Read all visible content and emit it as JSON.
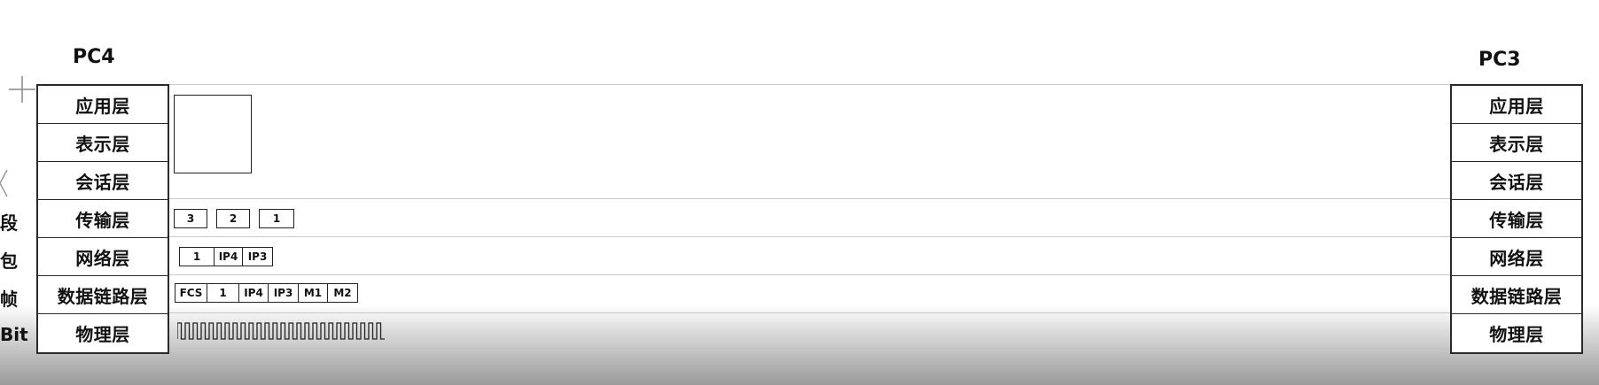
{
  "left_pc": {
    "title": "PC4"
  },
  "right_pc": {
    "title": "PC3"
  },
  "layers": [
    "应用层",
    "表示层",
    "会话层",
    "传输层",
    "网络层",
    "数据链路层",
    "物理层"
  ],
  "pdu_labels": {
    "segment": "段",
    "packet": "包",
    "frame": "帧",
    "bit": "Bit"
  },
  "segments": [
    "3",
    "2",
    "1"
  ],
  "packet": [
    "1",
    "IP4",
    "IP3"
  ],
  "frame": [
    "FCS",
    "1",
    "IP4",
    "IP3",
    "M1",
    "M2"
  ]
}
